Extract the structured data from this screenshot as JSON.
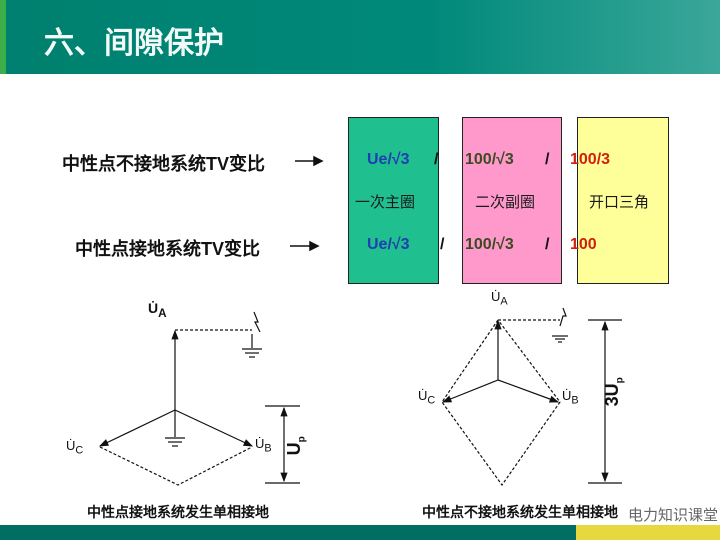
{
  "header": {
    "title": "六、间隙保护"
  },
  "ratios": {
    "ungrounded_label": "中性点不接地系统TV变比",
    "grounded_label": "中性点接地系统TV变比",
    "row1": {
      "primary": "Ue/√3",
      "sep1": "/",
      "secondary": "100/√3",
      "sep2": "/",
      "open_delta": "100/3"
    },
    "windings": {
      "primary": "一次主圈",
      "secondary": "二次副圈",
      "open_delta": "开口三角"
    },
    "row2": {
      "primary": "Ue/√3",
      "sep1": "/",
      "secondary": "100/√3",
      "sep2": "/",
      "open_delta": "100"
    }
  },
  "colors": {
    "primary_box": "#1fbf8f",
    "secondary_box": "#ff99cc",
    "open_delta_box": "#ffff99",
    "header": "#00806f",
    "footer_left": "#006e63",
    "footer_right": "#e8d840"
  },
  "diagram_left": {
    "ua": "U̇",
    "ua_sub": "A",
    "ub": "U̇",
    "ub_sub": "B",
    "uc": "U̇",
    "uc_sub": "C",
    "up": "U",
    "up_sub": "p",
    "caption": "中性点接地系统发生单相接地"
  },
  "diagram_right": {
    "ua": "U̇",
    "ua_sub": "A",
    "ub": "U̇",
    "ub_sub": "B",
    "uc": "U̇",
    "uc_sub": "C",
    "up": "3U",
    "up_sub": "p",
    "caption": "中性点不接地系统发生单相接地"
  },
  "watermark": "电力知识课堂"
}
